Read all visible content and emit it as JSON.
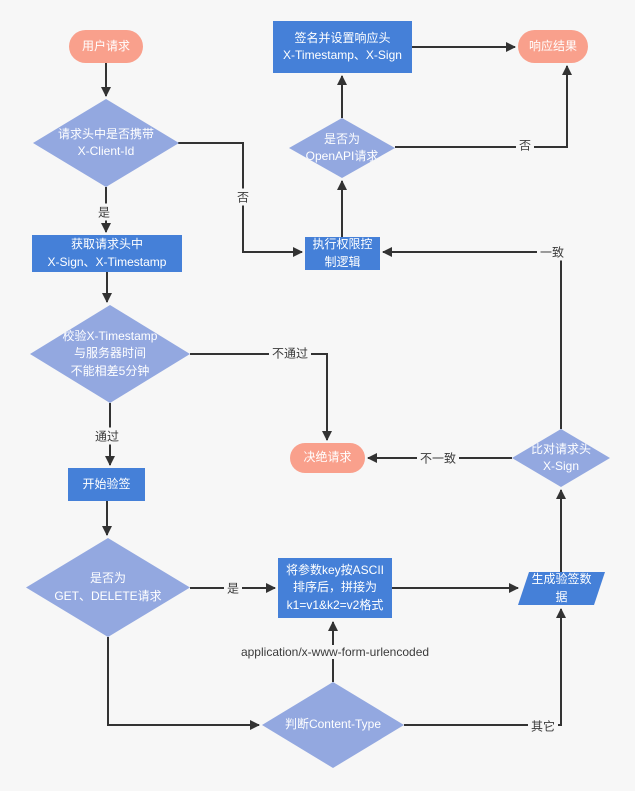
{
  "diagram_title": "OpenAPI signature verification flowchart",
  "colors": {
    "background": "#f7f7f7",
    "terminal_fill": "#f9a08c",
    "process_fill": "#4580d8",
    "decision_fill": "#93a8e0",
    "line": "#333333",
    "node_text": "#ffffff",
    "edge_label_text": "#3b3b3b"
  },
  "nodes": {
    "user_request": "用户请求",
    "sign_response_header": "签名并设置响应头\nX-Timestamp、X-Sign",
    "response_result": "响应结果",
    "has_client_id": "请求头中是否携带\nX-Client-Id",
    "is_openapi": "是否为\nOpenAPI请求",
    "get_headers": "获取请求头中\nX-Sign、X-Timestamp",
    "exec_permission": "执行权限控\n制逻辑",
    "check_timestamp": "校验X-Timestamp\n与服务器时间\n不能相差5分钟",
    "reject_request": "决绝请求",
    "compare_sign": "比对请求头\nX-Sign",
    "start_verify": "开始验签",
    "is_get_delete": "是否为\nGET、DELETE请求",
    "sort_params": "将参数key按ASCII\n排序后，拼接为\nk1=v1&k2=v2格式",
    "gen_sign_data": "生成验签数\n据",
    "judge_content_type": "判断Content-Type"
  },
  "edge_labels": {
    "client_id_yes": "是",
    "client_id_no": "否",
    "timestamp_pass": "通过",
    "timestamp_fail": "不通过",
    "sign_match": "一致",
    "sign_mismatch": "不一致",
    "get_delete_yes": "是",
    "openapi_no": "否",
    "content_type_form": "application/x-www-form-urlencoded",
    "content_type_other": "其它"
  }
}
